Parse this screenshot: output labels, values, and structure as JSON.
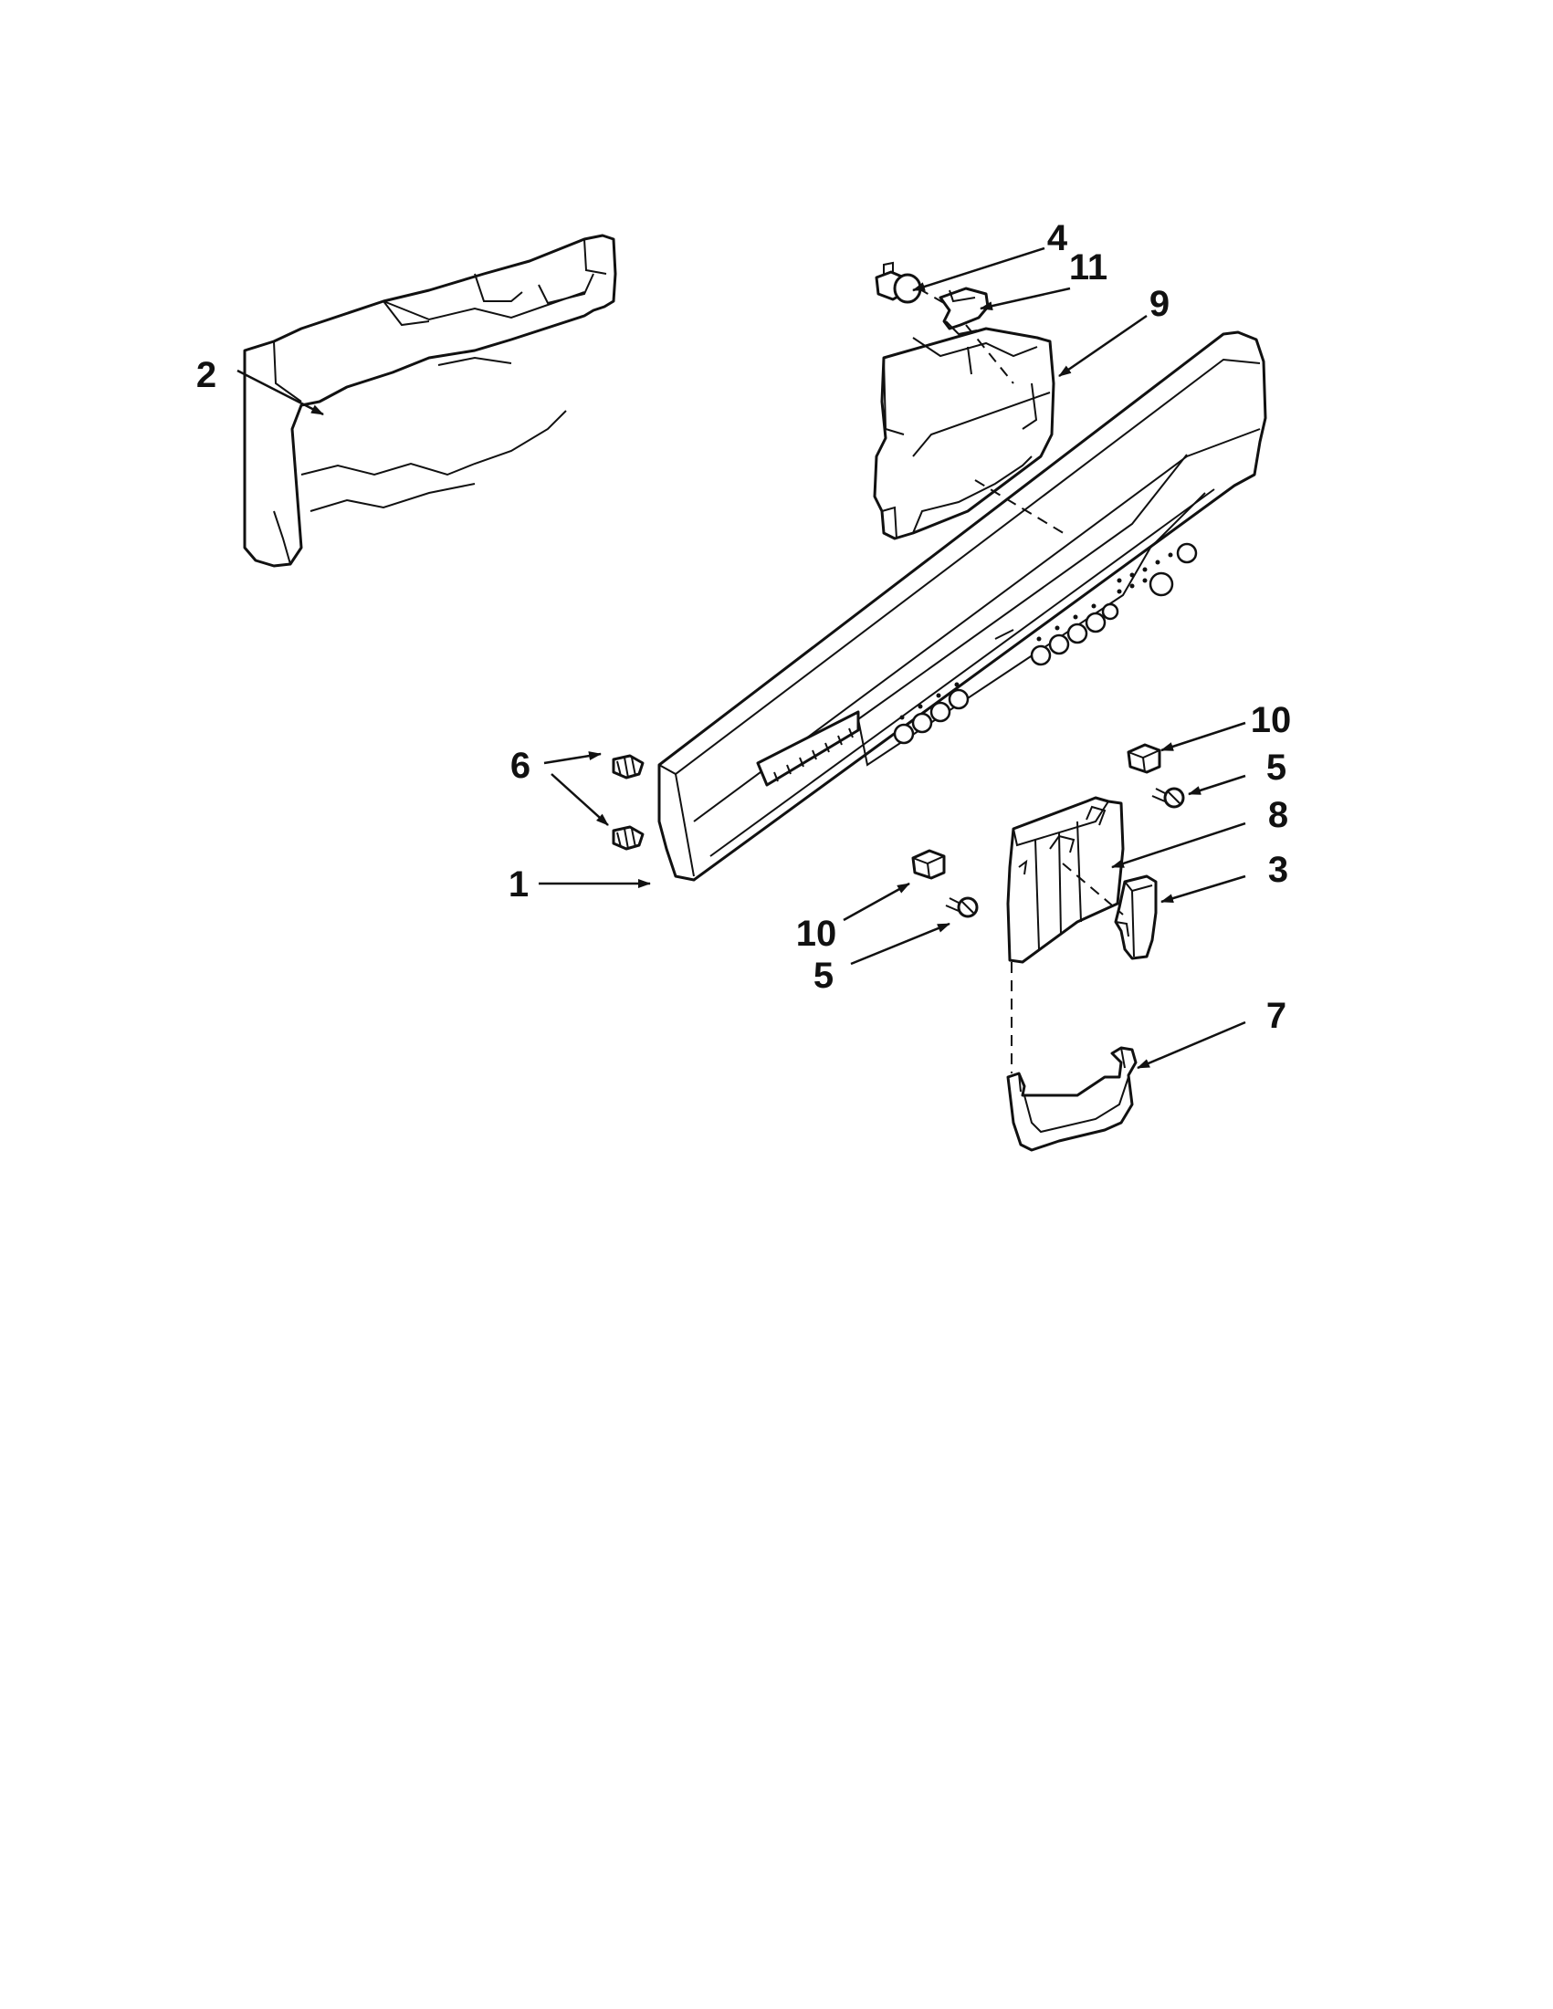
{
  "colors": {
    "line": "#111111",
    "background": "#ffffff"
  },
  "callouts": [
    {
      "id": "c1",
      "label": "1",
      "part": "console-panel"
    },
    {
      "id": "c2",
      "label": "2",
      "part": "console-bracket"
    },
    {
      "id": "c3",
      "label": "3",
      "part": "latch-handle"
    },
    {
      "id": "c4",
      "label": "4",
      "part": "thermistor"
    },
    {
      "id": "c5a",
      "label": "5",
      "part": "screw"
    },
    {
      "id": "c5b",
      "label": "5",
      "part": "screw"
    },
    {
      "id": "c6",
      "label": "6",
      "part": "screw"
    },
    {
      "id": "c7",
      "label": "7",
      "part": "latch-strike"
    },
    {
      "id": "c8",
      "label": "8",
      "part": "latch-bracket"
    },
    {
      "id": "c9",
      "label": "9",
      "part": "control-board"
    },
    {
      "id": "c10a",
      "label": "10",
      "part": "clip"
    },
    {
      "id": "c10b",
      "label": "10",
      "part": "clip"
    },
    {
      "id": "c11",
      "label": "11",
      "part": "thermistor-clip"
    }
  ]
}
